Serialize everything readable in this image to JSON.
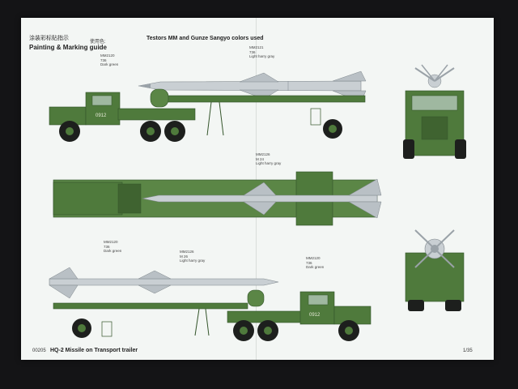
{
  "sheet": {
    "header_cn": "涂装彩标贴指示",
    "header_en": "Painting & Marking guide",
    "uses_cn": "使用色:",
    "colors_title": "Testors MM and Gunze Sangyo colors used",
    "footer_code": "00205",
    "footer_title": "HQ-2 Missile on Transport trailer",
    "footer_scale": "1/35"
  },
  "callouts": {
    "top_left": {
      "code": "MM2120",
      "num": "736",
      "label": "Dark green"
    },
    "top_right": {
      "code": "MM2121",
      "num": "736",
      "label": "Light harry gray"
    },
    "mid": {
      "code": "MM2126",
      "num": "M 24",
      "label": "Light harry gray"
    },
    "bot_left": {
      "code": "MM2120",
      "num": "736",
      "label": "Dark green"
    },
    "bot_mid": {
      "code": "MM2126",
      "num": "M 26",
      "label": "Light harry gray"
    },
    "bot_right": {
      "code": "MM2120",
      "num": "736",
      "label": "Dark green"
    }
  },
  "markings": {
    "door_number": "0912"
  },
  "colors": {
    "truck_green": "#4f7a3c",
    "truck_dark": "#33542a",
    "missile_gray": "#c9cfd3",
    "missile_dark": "#9aa2a8",
    "tire": "#1d1f1d"
  }
}
